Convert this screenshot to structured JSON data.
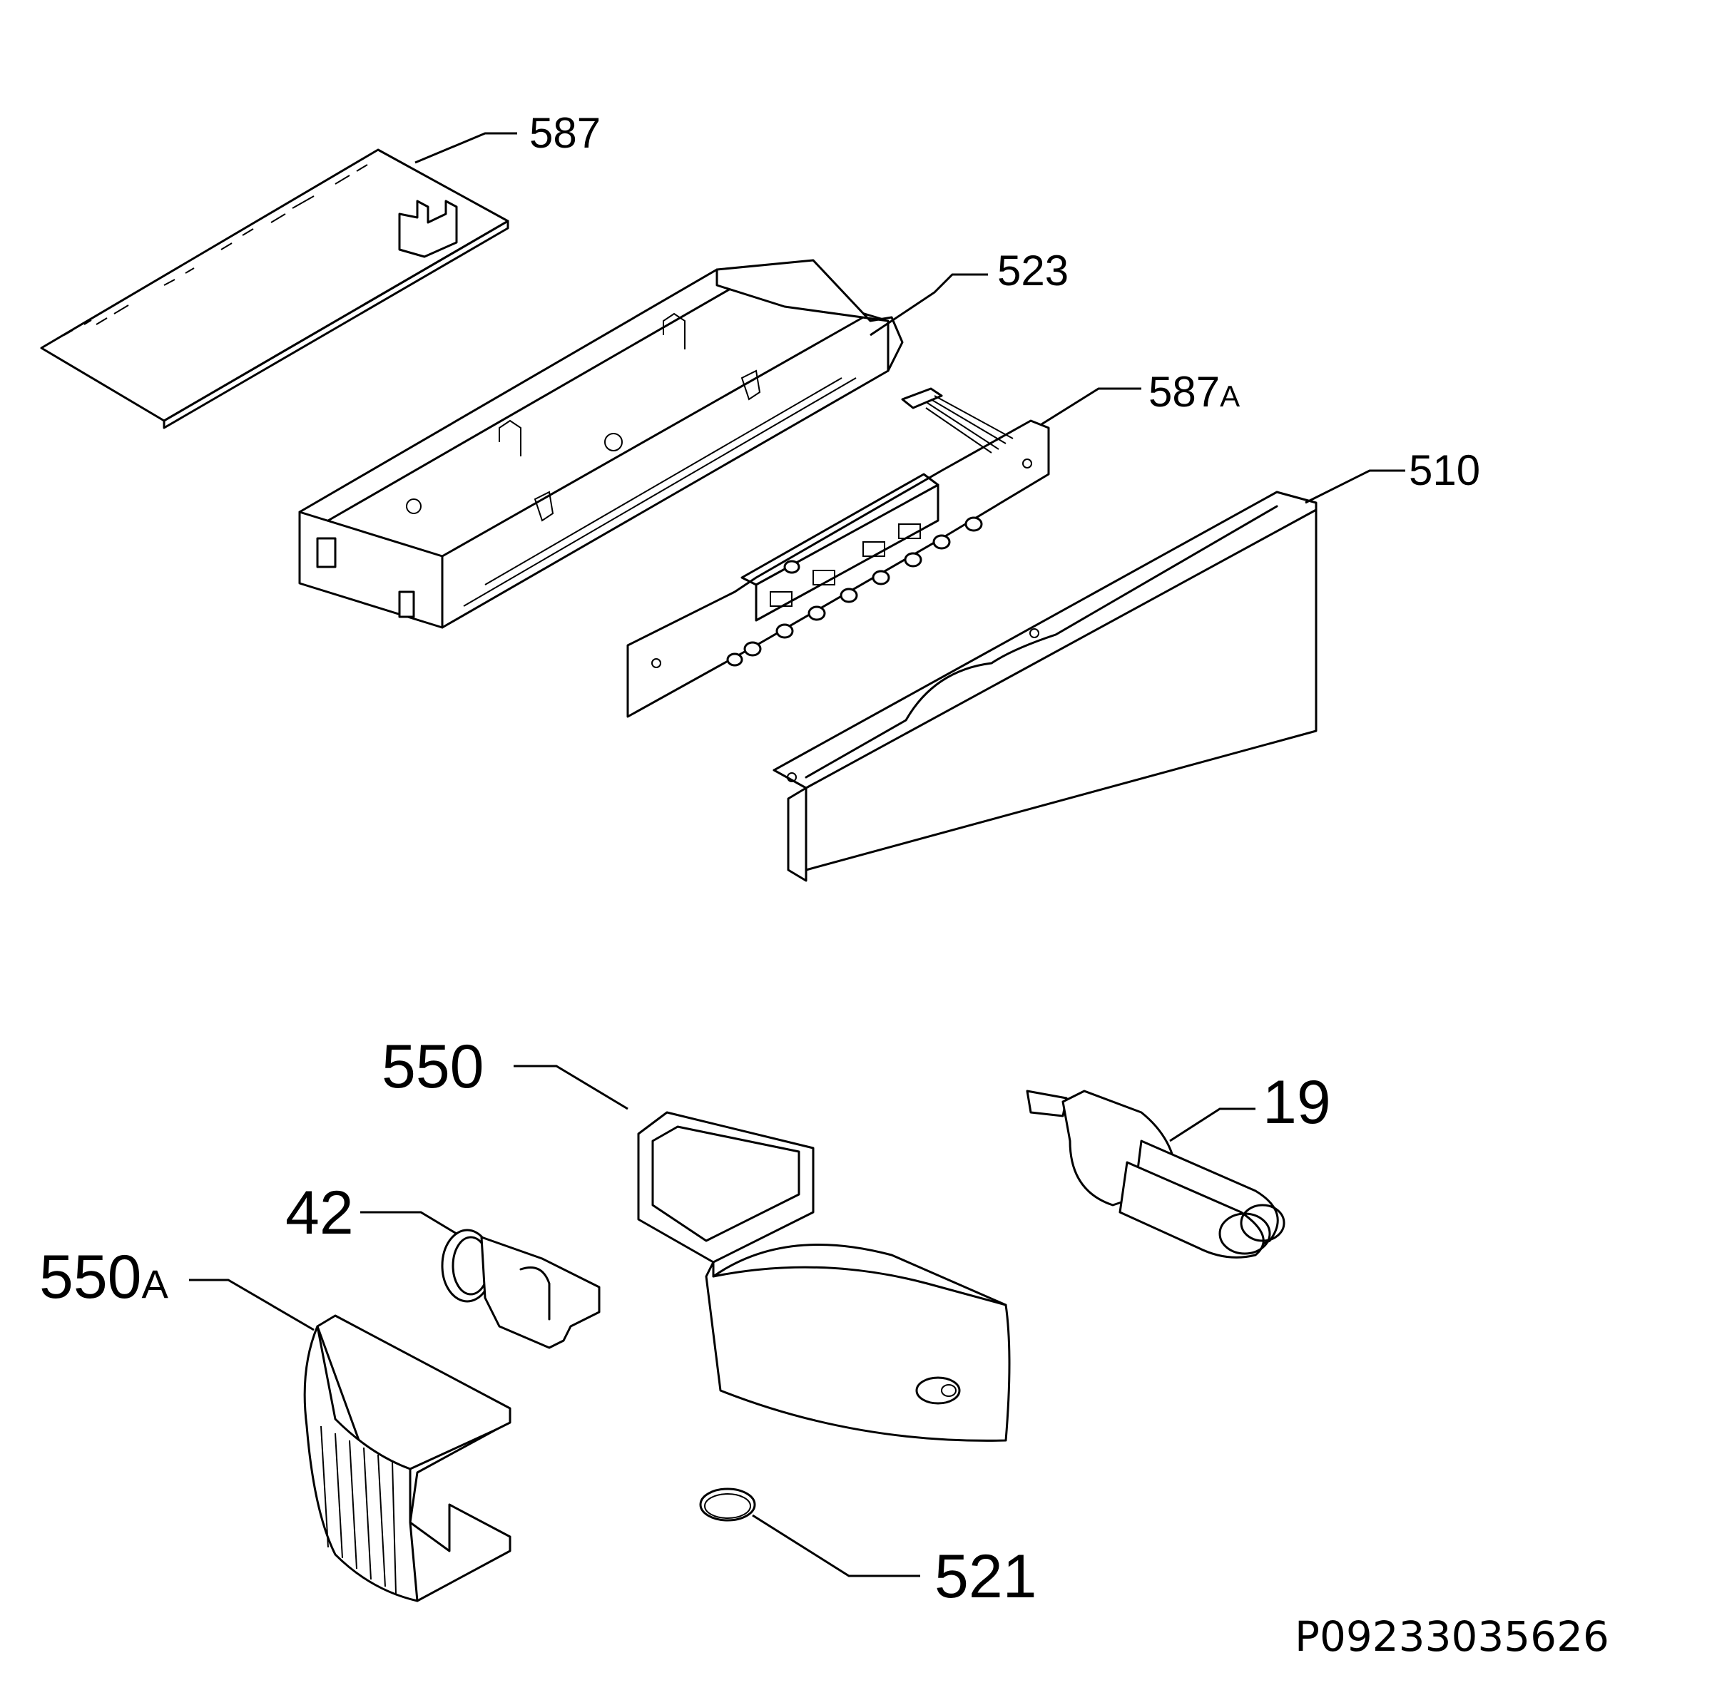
{
  "labels": {
    "p587": "587",
    "p523": "523",
    "p587A_num": "587",
    "p587A_suf": "A",
    "p510": "510",
    "p550": "550",
    "p19": "19",
    "p42": "42",
    "p550A_num": "550",
    "p550A_suf": "A",
    "p521": "521"
  },
  "drawing_code": "P09233035626"
}
